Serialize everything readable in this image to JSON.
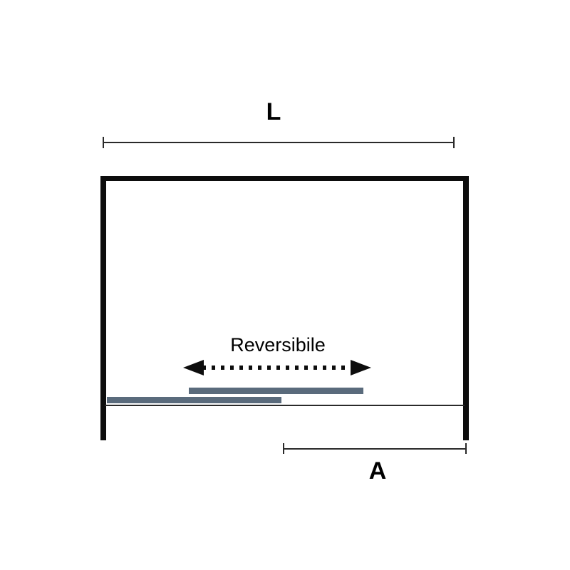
{
  "diagram": {
    "top_dimension_label": "L",
    "bottom_dimension_label": "A",
    "arrow_label": "Reversibile"
  },
  "colors": {
    "frame": "#0d0d0d",
    "thin_line": "#2a2a2a",
    "panel": "#5a6b7c",
    "background": "#ffffff"
  }
}
